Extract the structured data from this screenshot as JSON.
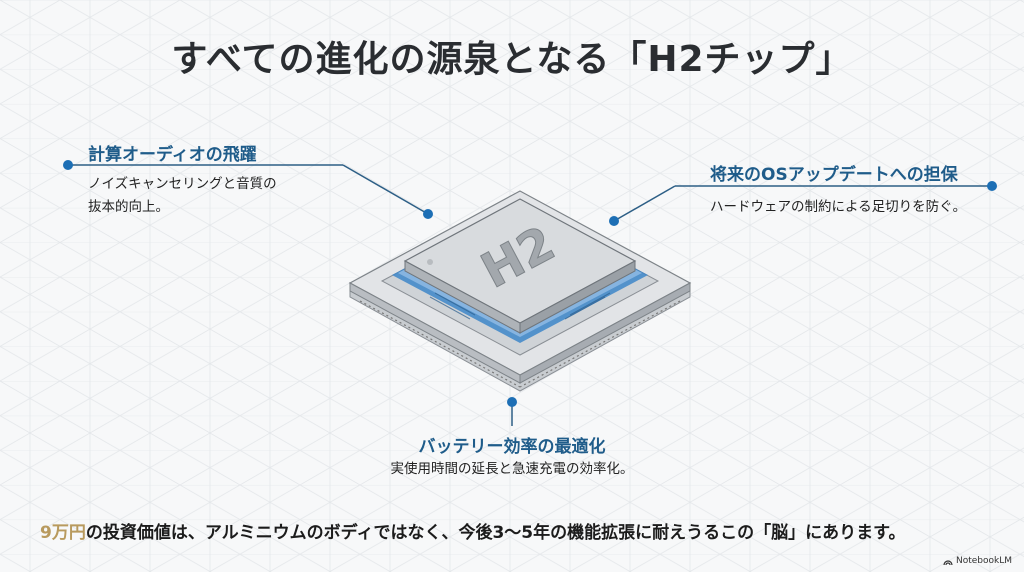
{
  "title": "すべての進化の源泉となる「H2チップ」",
  "chip": {
    "label": "H2"
  },
  "callouts": {
    "left": {
      "title": "計算オーディオの飛躍",
      "desc_line1": "ノイズキャンセリングと音質の",
      "desc_line2": "抜本的向上。"
    },
    "right": {
      "title": "将来のOSアップデートへの担保",
      "desc": "ハードウェアの制約による足切りを防ぐ。"
    },
    "bottom": {
      "title": "バッテリー効率の最適化",
      "desc": "実使用時間の延長と急速充電の効率化。"
    }
  },
  "footer": {
    "price": "9万円",
    "text": "の投資価値は、アルミニウムのボディではなく、今後3〜5年の機能拡張に耐えうるこの「脳」にあります。"
  },
  "brand": {
    "label": "NotebookLM",
    "icon": "notebooklm-logo-icon"
  },
  "colors": {
    "accent": "#1f5c8a",
    "dot": "#1d6fb5",
    "price": "#b89a5e",
    "title": "#2a2d31",
    "chip_blue": "#3d86c9"
  }
}
